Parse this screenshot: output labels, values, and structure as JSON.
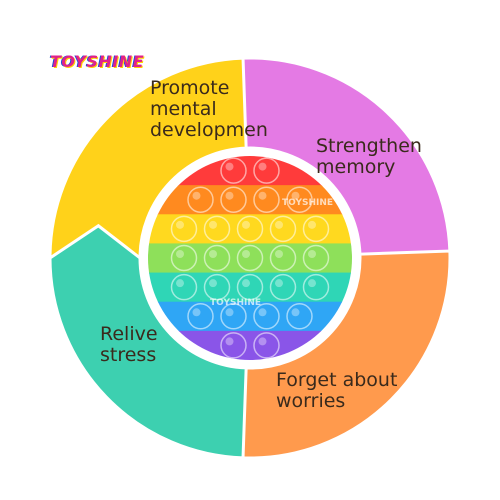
{
  "brand": {
    "name": "TOYSHINE"
  },
  "product": {
    "name": "rainbow-round-pop-it-toy",
    "watermark": "TOYSHINE",
    "row_colors": [
      "#ff3b3b",
      "#ff8a1f",
      "#ffd91f",
      "#8ee05a",
      "#2fd6b6",
      "#2fa6f5",
      "#8a55e8"
    ],
    "frame_color": "#ffffff"
  },
  "segments": [
    {
      "id": "promote",
      "label": "Promote\nmental\ndevelopmen",
      "color": "#ffd21a"
    },
    {
      "id": "memory",
      "label": "Strengthen\nmemory",
      "color": "#e47ae4"
    },
    {
      "id": "worries",
      "label": "Forget about\nworries",
      "color": "#ff9a4d"
    },
    {
      "id": "stress",
      "label": "Relive\nstress",
      "color": "#3dd0b0"
    }
  ]
}
